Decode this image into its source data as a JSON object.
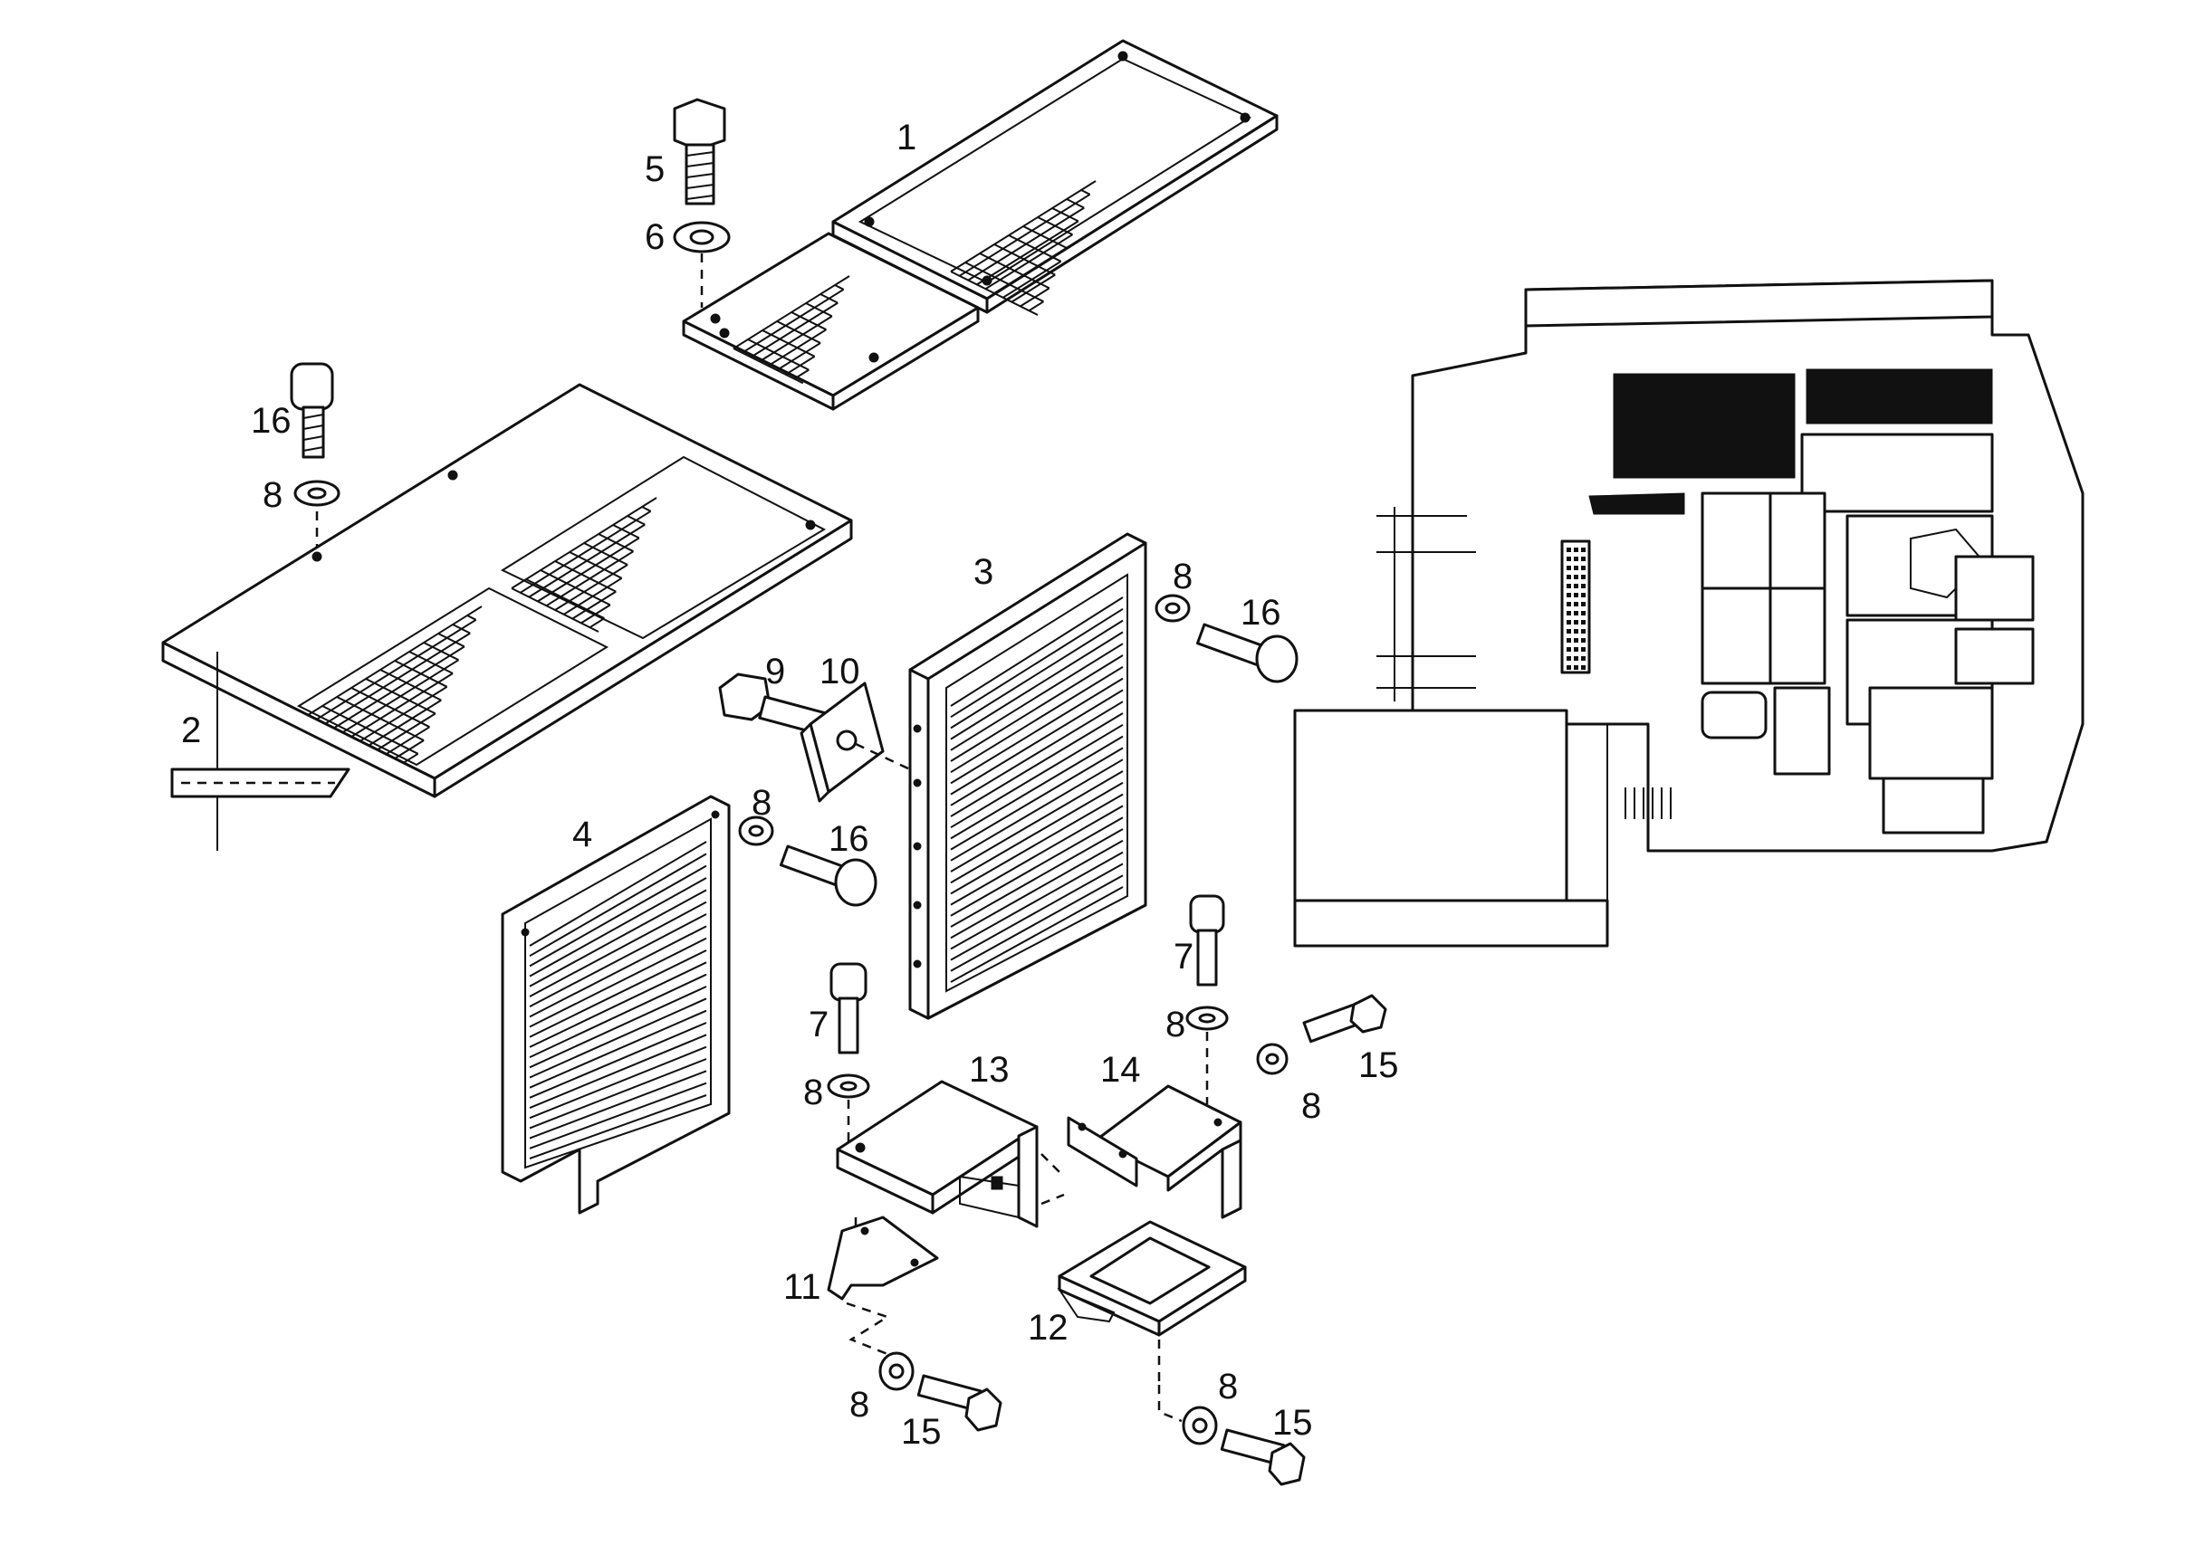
{
  "diagram": {
    "callouts": [
      {
        "id": "c1",
        "text": "1"
      },
      {
        "id": "c2",
        "text": "2"
      },
      {
        "id": "c3",
        "text": "3"
      },
      {
        "id": "c4",
        "text": "4"
      },
      {
        "id": "c5",
        "text": "5"
      },
      {
        "id": "c6",
        "text": "6"
      },
      {
        "id": "c7a",
        "text": "7"
      },
      {
        "id": "c7b",
        "text": "7"
      },
      {
        "id": "c8a",
        "text": "8"
      },
      {
        "id": "c8b",
        "text": "8"
      },
      {
        "id": "c8c",
        "text": "8"
      },
      {
        "id": "c8d",
        "text": "8"
      },
      {
        "id": "c8e",
        "text": "8"
      },
      {
        "id": "c8f",
        "text": "8"
      },
      {
        "id": "c8g",
        "text": "8"
      },
      {
        "id": "c8h",
        "text": "8"
      },
      {
        "id": "c9",
        "text": "9"
      },
      {
        "id": "c10",
        "text": "10"
      },
      {
        "id": "c11",
        "text": "11"
      },
      {
        "id": "c12",
        "text": "12"
      },
      {
        "id": "c13",
        "text": "13"
      },
      {
        "id": "c14",
        "text": "14"
      },
      {
        "id": "c15a",
        "text": "15"
      },
      {
        "id": "c15b",
        "text": "15"
      },
      {
        "id": "c15c",
        "text": "15"
      },
      {
        "id": "c16a",
        "text": "16"
      },
      {
        "id": "c16b",
        "text": "16"
      },
      {
        "id": "c16c",
        "text": "16"
      }
    ],
    "colors": {
      "ink": "#111111",
      "paper": "#ffffff"
    }
  }
}
